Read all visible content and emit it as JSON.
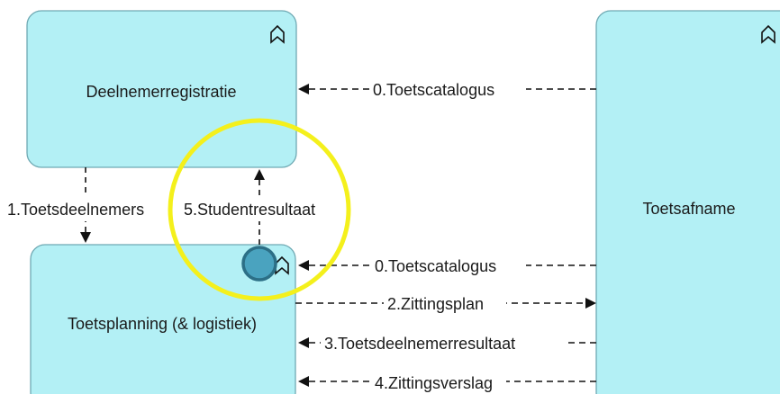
{
  "diagram": {
    "boxes": {
      "deelnemerregistratie": "Deelnemerregistratie",
      "toetsplanning": "Toetsplanning (& logistiek)",
      "toetsafname": "Toetsafname"
    },
    "flows": {
      "toetscatalogus_top": "0.Toetscatalogus",
      "toetsdeelnemers": "1.Toetsdeelnemers",
      "studentresultaat": "5.Studentresultaat",
      "toetscatalogus_mid": "0.Toetscatalogus",
      "zittingsplan": "2.Zittingsplan",
      "toetsdeelnemerresultaat": "3.Toetsdeelnemerresultaat",
      "zittingsverslag": "4.Zittingsverslag"
    },
    "colors": {
      "box_fill": "#b3f0f5",
      "box_stroke": "#6fa9b3",
      "highlight": "#f4f01c",
      "cursor": "#4aa3bf"
    },
    "icons": {
      "application_function": "application-function-icon",
      "cursor": "cursor-dot-icon"
    }
  }
}
